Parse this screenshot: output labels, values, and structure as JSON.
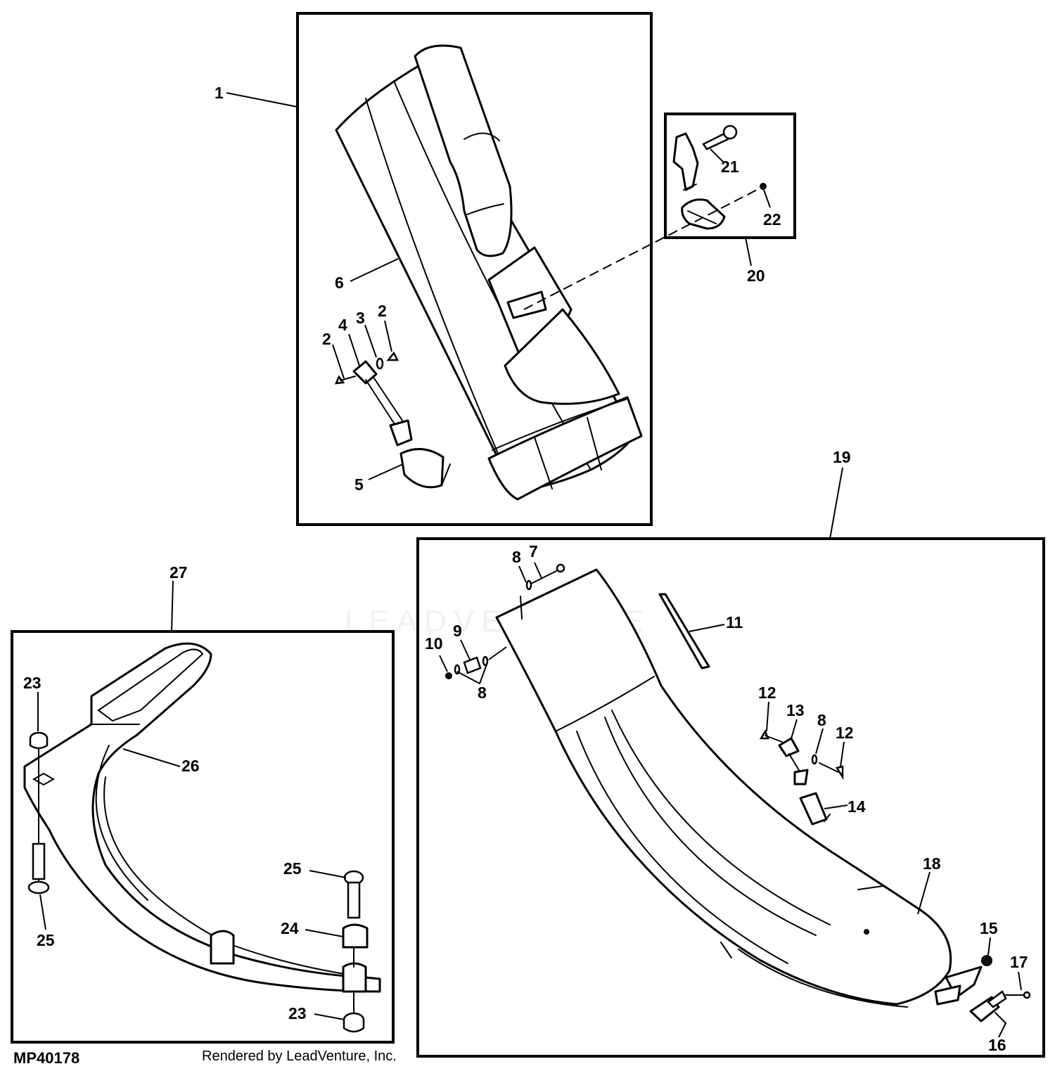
{
  "figure_id": "MP40178",
  "credit": "Rendered by LeadVenture, Inc.",
  "watermark": "LEADVENTURE",
  "callouts": {
    "c1": "1",
    "c2a": "2",
    "c2b": "2",
    "c3": "3",
    "c4": "4",
    "c5": "5",
    "c6": "6",
    "c7": "7",
    "c8a": "8",
    "c8b": "8",
    "c8c": "8",
    "c9": "9",
    "c10": "10",
    "c11": "11",
    "c12a": "12",
    "c12b": "12",
    "c13": "13",
    "c14": "14",
    "c15": "15",
    "c16": "16",
    "c17": "17",
    "c18": "18",
    "c19": "19",
    "c20": "20",
    "c21": "21",
    "c22": "22",
    "c23a": "23",
    "c23b": "23",
    "c24": "24",
    "c25a": "25",
    "c25b": "25",
    "c26": "26",
    "c27": "27"
  }
}
